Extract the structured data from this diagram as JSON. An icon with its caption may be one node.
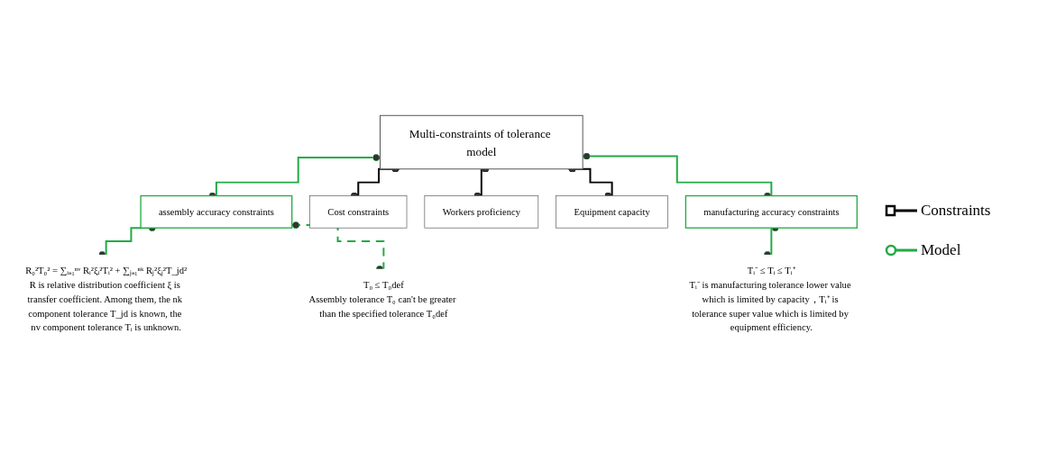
{
  "diagram": {
    "nodes": [
      {
        "text": [
          "Multi-constraints of tolerance model"
        ]
      },
      {
        "text": [
          "assembly accuracy constraints"
        ]
      },
      {
        "text": [
          "Cost constraints"
        ]
      },
      {
        "text": [
          "Workers proficiency"
        ]
      },
      {
        "text": [
          "Equipment capacity"
        ]
      },
      {
        "text": [
          "manufacturing accuracy constraints"
        ]
      },
      {
        "text": [
          "R₀²T₀² = ∑ᵢ₌₁ⁿᵛ Rᵢ²ξᵢ²Tᵢ² + ∑ⱼ₌₁ⁿᵏ Rⱼ²ξⱼ²T_jd²",
          "R is relative distribution coefficient ξ is transfer coefficient. Among them, the nk component tolerance T_jd is known, the nv component tolerance Tᵢ is unknown."
        ]
      },
      {
        "text": [
          "T₀ ≤ T₀def",
          "Assembly tolerance T₀ can't be greater than the specified tolerance T₀def"
        ]
      },
      {
        "text": [
          "Tᵢ⁻ ≤ Tᵢ ≤ Tᵢ⁺",
          "Tᵢ⁻ is manufacturing tolerance lower value which is limited by capacity，Tᵢ⁺ is tolerance super value which is limited by equipment efficiency."
        ]
      }
    ],
    "edges": [
      {
        "from": 0,
        "to": 1,
        "arrow": "other"
      },
      {
        "from": 0,
        "to": 2,
        "arrow": "other",
        "color": "#000000"
      },
      {
        "from": 0,
        "to": 3,
        "arrow": "other",
        "color": "#000000"
      },
      {
        "from": 0,
        "to": 4,
        "arrow": "other",
        "color": "#000000"
      },
      {
        "from": 0,
        "to": 5,
        "arrow": "other"
      },
      {
        "from": 1,
        "to": 6,
        "arrow": "other"
      },
      {
        "from": 1,
        "to": 7,
        "arrow": "other",
        "style": "dashed"
      },
      {
        "from": 5,
        "to": 8,
        "arrow": "other"
      }
    ],
    "legend": [
      {
        "text": "Constraints"
      },
      {
        "text": "Model"
      }
    ]
  }
}
